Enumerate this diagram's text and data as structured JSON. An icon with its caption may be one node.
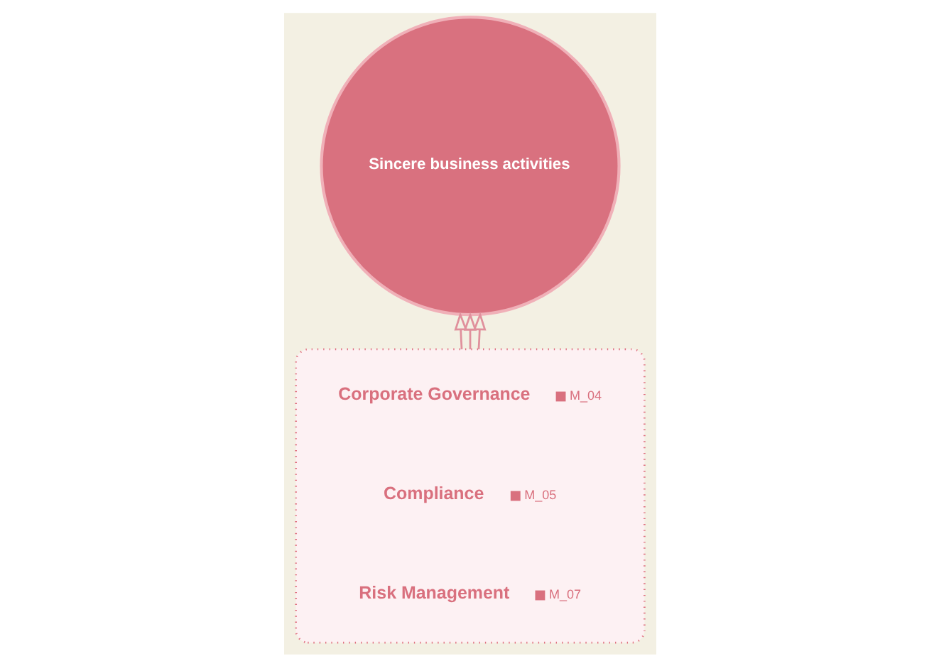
{
  "diagram": {
    "nodes": [
      {
        "text": [
          "Sincere business activities"
        ]
      },
      {
        "text": [],
        "shape": "ellipse"
      },
      {
        "text": [
          "Corporate Governance"
        ],
        "in": 1,
        "beside": [
          "M_04"
        ]
      },
      {
        "text": [
          "Compliance"
        ],
        "in": 1,
        "beside": [
          "M_05"
        ]
      },
      {
        "text": [
          "Risk Management"
        ],
        "in": 1,
        "beside": [
          "M_07"
        ]
      }
    ],
    "edges": [
      {
        "from": 1,
        "to": 0,
        "arrow": "to"
      },
      {
        "from": 1,
        "to": 0,
        "arrow": "to"
      },
      {
        "from": 1,
        "to": 0,
        "arrow": "to"
      }
    ]
  }
}
